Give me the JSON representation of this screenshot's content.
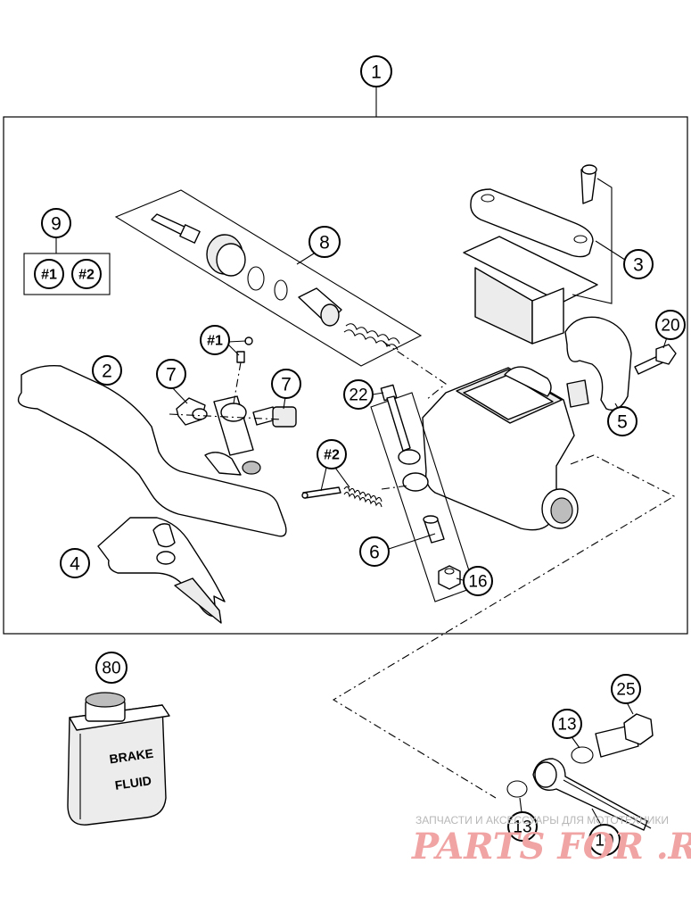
{
  "callouts": {
    "c1": "1",
    "c2": "2",
    "c3": "3",
    "c4": "4",
    "c5": "5",
    "c6": "6",
    "c7a": "7",
    "c7b": "7",
    "c8": "8",
    "c9": "9",
    "c10": "10",
    "c13a": "13",
    "c13b": "13",
    "c16": "16",
    "c20": "20",
    "c22": "22",
    "c25": "25",
    "c80": "80",
    "h1_kit": "#1",
    "h2_kit": "#2",
    "h1_part": "#1",
    "h2_part": "#2"
  },
  "bottle": {
    "line1": "BRAKE",
    "line2": "FLUID"
  },
  "watermark": {
    "top": "ЗАПЧАСТИ И АКСЕССУАРЫ ДЛЯ МОТОТЕХНИКИ",
    "main": "PARTS FOR .RU"
  },
  "colors": {
    "watermark_main": "#f0a4a4",
    "watermark_top": "#b7b7b7",
    "line": "#000000"
  }
}
